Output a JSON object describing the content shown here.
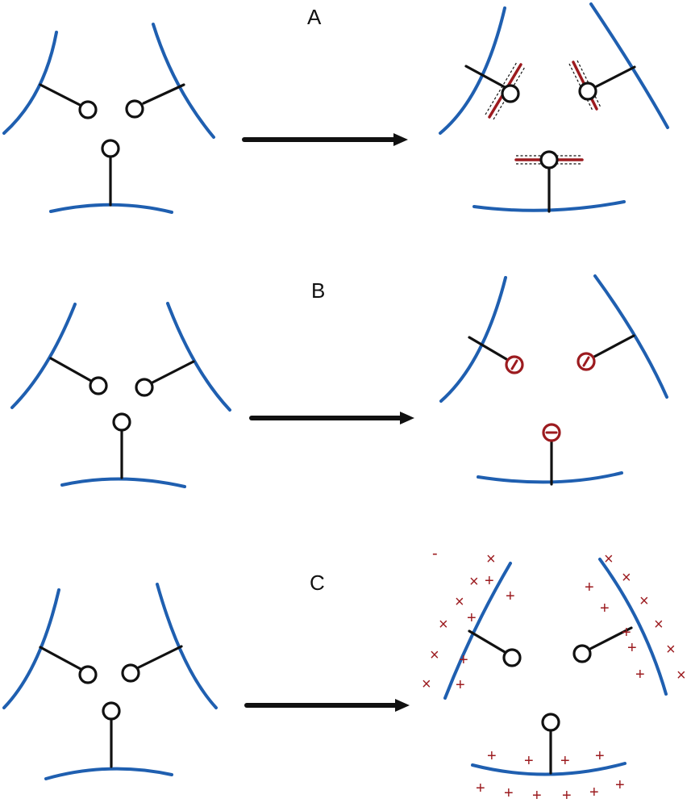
{
  "panels": [
    {
      "label": "A"
    },
    {
      "label": "B"
    },
    {
      "label": "C"
    }
  ],
  "charges": {
    "cross": "×",
    "plus": "+",
    "dash": "-"
  },
  "colors": {
    "membrane": "#1f5fb0",
    "stalk": "#111111",
    "charge": "#9c1b1f"
  }
}
